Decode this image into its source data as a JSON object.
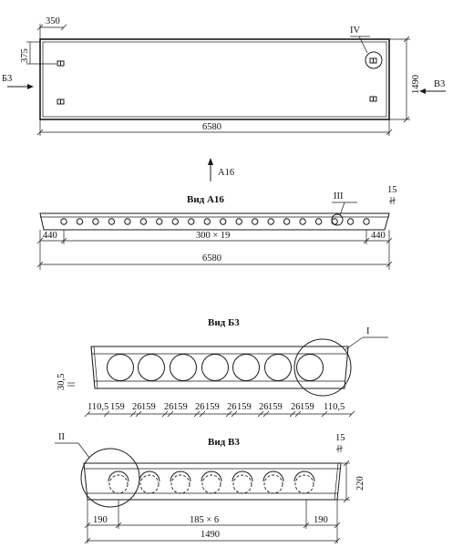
{
  "plan": {
    "dim_width_top": "350",
    "dim_lift_loop": "375",
    "dim_height": "1490",
    "dim_length": "6580",
    "node_iv": "IV",
    "view_b3_ref": "Б3",
    "view_v3_ref": "В3",
    "view_a16_ref": "А16"
  },
  "view_a16": {
    "title": "Вид А16",
    "node_iii": "III",
    "dim_slope": "15",
    "dim_left": "440",
    "dim_middle": "300 × 19",
    "dim_right": "440",
    "dim_total": "6580"
  },
  "view_b3": {
    "title": "Вид Б3",
    "node_i": "I",
    "dim_side": "30,5",
    "dims": [
      "110,5",
      "159",
      "26",
      "159",
      "26",
      "159",
      "26",
      "159",
      "26",
      "159",
      "26",
      "159",
      "26",
      "159",
      "110,5"
    ]
  },
  "view_v3": {
    "title": "Вид В3",
    "node_ii": "II",
    "dim_slope": "15",
    "dim_height": "220",
    "dim_left": "190",
    "dim_middle": "185 × 6",
    "dim_right": "190",
    "dim_total": "1490"
  }
}
